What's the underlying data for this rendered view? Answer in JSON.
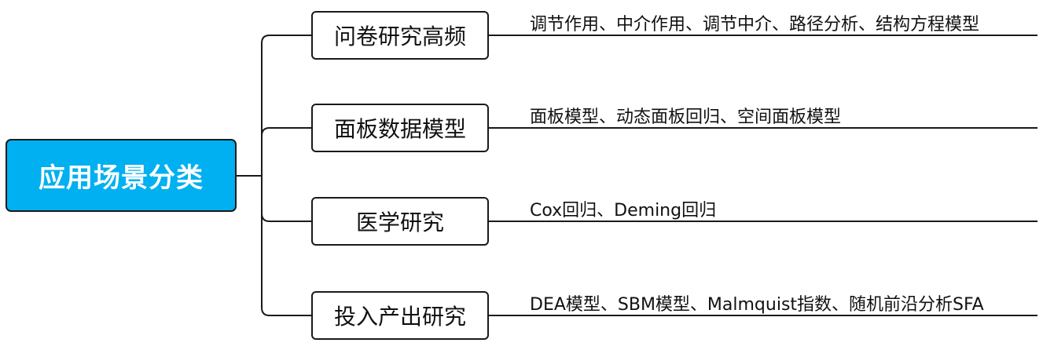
{
  "root": {
    "label": "应用场景分类",
    "fill_color": "#00B0F0",
    "text_color": "#FFFFFF"
  },
  "branches": [
    {
      "label": "问卷研究高频",
      "detail": "调节作用、中介作用、调节中介、路径分析、结构方程模型"
    },
    {
      "label": "面板数据模型",
      "detail": "面板模型、动态面板回归、空间面板模型"
    },
    {
      "label": "医学研究",
      "detail": "Cox回归、Deming回归"
    },
    {
      "label": "投入产出研究",
      "detail": "DEA模型、SBM模型、Malmquist指数、随机前沿分析SFA"
    }
  ]
}
